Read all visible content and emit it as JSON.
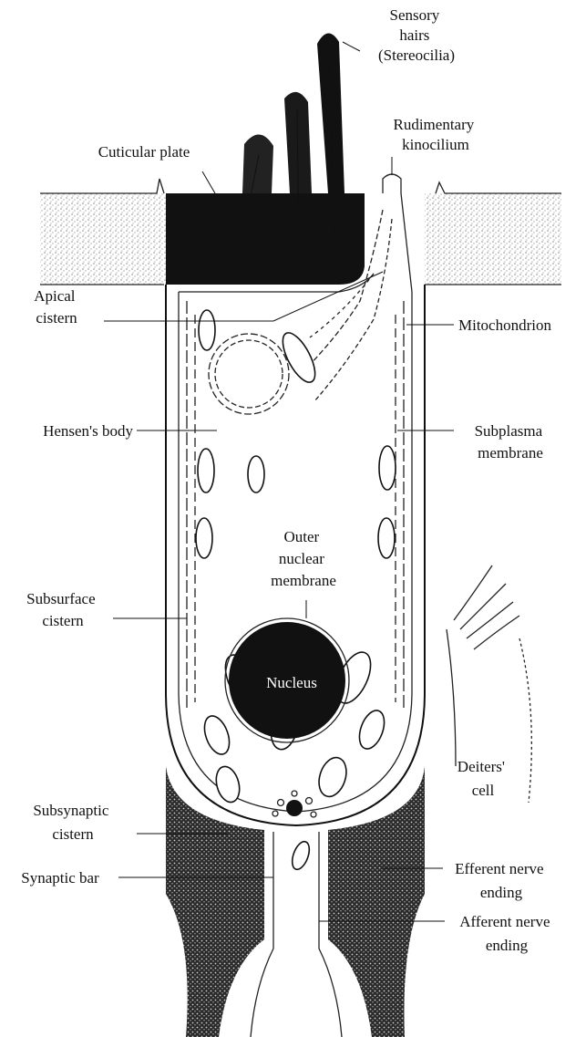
{
  "labels": {
    "sensory_hairs": [
      "Sensory",
      "hairs",
      "(Stereocilia)"
    ],
    "rudimentary_kinocilium": [
      "Rudimentary",
      "kinocilium"
    ],
    "cuticular_plate": [
      "Cuticular plate"
    ],
    "apical_cistern": [
      "Apical",
      "cistern"
    ],
    "mitochondrion": [
      "Mitochondrion"
    ],
    "hensens_body": [
      "Hensen's body"
    ],
    "subplasma_membrane": [
      "Subplasma",
      "membrane"
    ],
    "outer_nuclear_membrane": [
      "Outer",
      "nuclear",
      "membrane"
    ],
    "subsurface_cistern": [
      "Subsurface",
      "cistern"
    ],
    "nucleus": [
      "Nucleus"
    ],
    "deiters_cell": [
      "Deiters'",
      "cell"
    ],
    "subsynaptic_cistern": [
      "Subsynaptic",
      "cistern"
    ],
    "synaptic_bar": [
      "Synaptic bar"
    ],
    "efferent_nerve_ending": [
      "Efferent nerve",
      "ending"
    ],
    "afferent_nerve_ending": [
      "Afferent nerve",
      "ending"
    ]
  },
  "colors": {
    "ink": "#111111",
    "stipple": "#9a9a9a",
    "background": "#ffffff",
    "nucleus_text": "#ffffff"
  }
}
